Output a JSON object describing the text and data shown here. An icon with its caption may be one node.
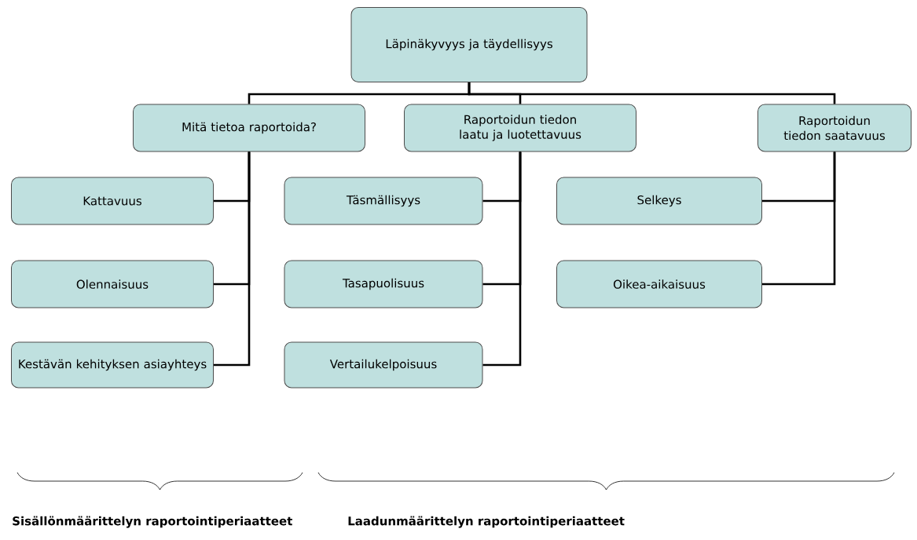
{
  "diagram": {
    "nodes": [
      {
        "text": [
          "Läpinäkyvyys ja täydellisyys"
        ]
      },
      {
        "text": [
          "Mitä tietoa raportoida?"
        ]
      },
      {
        "text": [
          "Raportoidun tiedon laatu ja luotettavuus"
        ]
      },
      {
        "text": [
          "Raportoidun tiedon saatavuus"
        ]
      },
      {
        "text": [
          "Kattavuus"
        ]
      },
      {
        "text": [
          "Olennaisuus"
        ]
      },
      {
        "text": [
          "Kestävän kehityksen asiayhteys"
        ]
      },
      {
        "text": [
          "Täsmällisyys"
        ]
      },
      {
        "text": [
          "Tasapuolisuus"
        ]
      },
      {
        "text": [
          "Vertailukelpoisuus"
        ]
      },
      {
        "text": [
          "Selkeys"
        ]
      },
      {
        "text": [
          "Oikea-aikaisuus"
        ]
      }
    ],
    "edges": [
      {
        "from": 0,
        "to": 1,
        "arrow": "none"
      },
      {
        "from": 0,
        "to": 2,
        "arrow": "none"
      },
      {
        "from": 0,
        "to": 3,
        "arrow": "none"
      },
      {
        "from": 1,
        "to": 4,
        "arrow": "none"
      },
      {
        "from": 1,
        "to": 5,
        "arrow": "none"
      },
      {
        "from": 1,
        "to": 6,
        "arrow": "none"
      },
      {
        "from": 2,
        "to": 7,
        "arrow": "none"
      },
      {
        "from": 2,
        "to": 8,
        "arrow": "none"
      },
      {
        "from": 2,
        "to": 9,
        "arrow": "none"
      },
      {
        "from": 3,
        "to": 10,
        "arrow": "none"
      },
      {
        "from": 3,
        "to": 11,
        "arrow": "none"
      }
    ],
    "labels": [
      "Sisällönmäärittelyn raportointiperiaatteet",
      "Laadunmäärittelyn raportointiperiaatteet"
    ]
  }
}
